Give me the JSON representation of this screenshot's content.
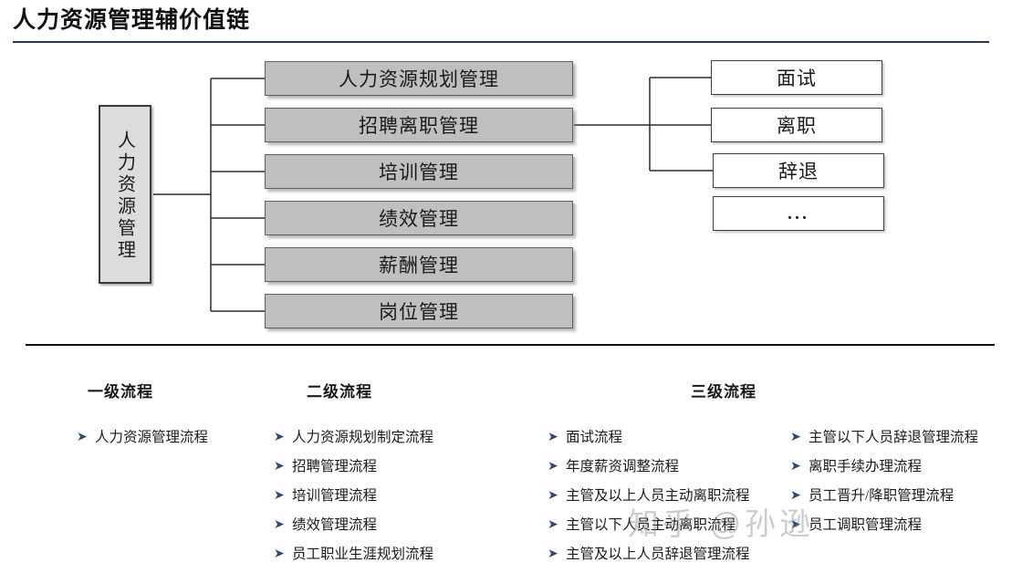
{
  "title": "人力资源管理辅价值链",
  "colors": {
    "title_rule": "#28395c",
    "bottom_rule": "#111111",
    "level2_box_fill": "#bfbfbf",
    "root_box_fill": "#dcdcdc",
    "level3_box_fill": "#ffffff",
    "bullet_arrow": "#2f4a6d",
    "watermark": "#787878"
  },
  "diagram": {
    "root": {
      "label": "人力资源管理"
    },
    "level2": [
      {
        "label": "人力资源规划管理"
      },
      {
        "label": "招聘离职管理"
      },
      {
        "label": "培训管理"
      },
      {
        "label": "绩效管理"
      },
      {
        "label": "薪酬管理"
      },
      {
        "label": "岗位管理"
      }
    ],
    "level3": [
      {
        "label": "面试"
      },
      {
        "label": "离职"
      },
      {
        "label": "辞退"
      },
      {
        "label": "..."
      }
    ]
  },
  "process_columns": [
    {
      "header": "一级流程",
      "items": [
        "人力资源管理流程"
      ]
    },
    {
      "header": "二级流程",
      "items": [
        "人力资源规划制定流程",
        "招聘管理流程",
        "培训管理流程",
        "绩效管理流程",
        "员工职业生涯规划流程"
      ]
    },
    {
      "header": "三级流程",
      "items_left": [
        "面试流程",
        "年度薪资调整流程",
        "主管及以上人员主动离职流程",
        "主管以下人员主动离职流程",
        "主管及以上人员辞退管理流程"
      ],
      "items_right": [
        "主管以下人员辞退管理流程",
        "离职手续办理流程",
        "员工晋升/降职管理流程",
        "员工调职管理流程"
      ]
    }
  ],
  "watermark": "知乎 @孙逊",
  "bullet_glyph": "➤"
}
